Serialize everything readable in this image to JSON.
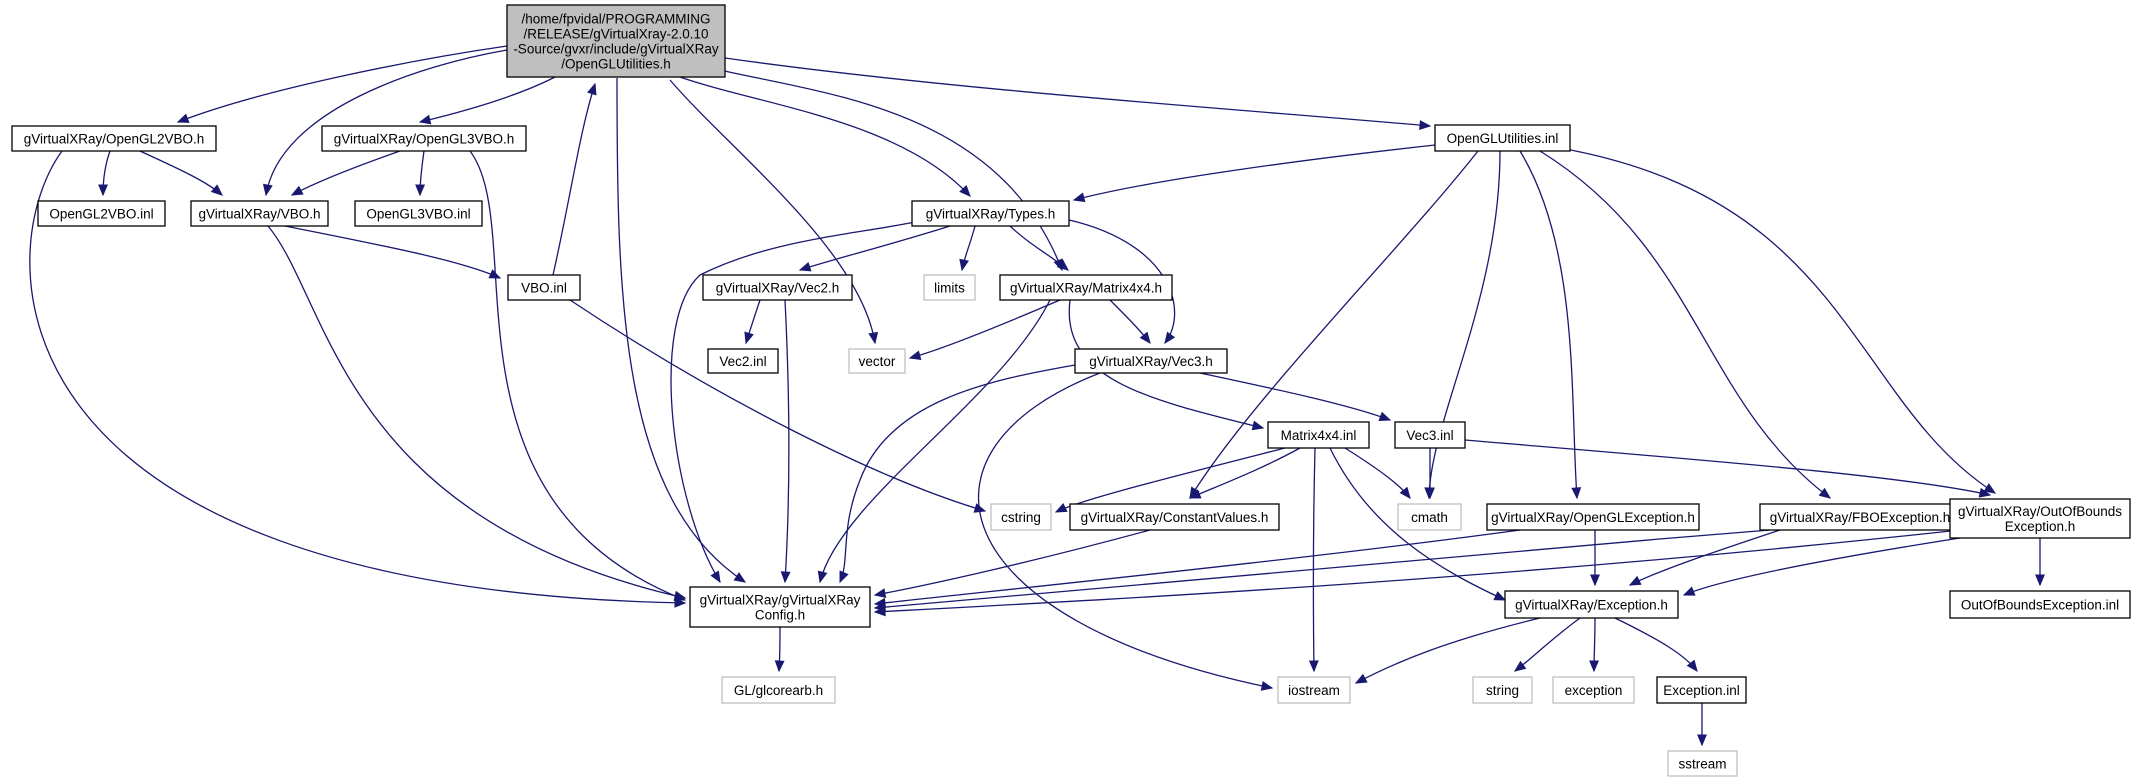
{
  "graph": {
    "colors": {
      "edge": "#191970",
      "root_fill": "#bfbfbf",
      "root_border": "#000000",
      "node_border": "#000000",
      "ext_border": "#bfbfbf",
      "fill": "#ffffff"
    },
    "nodes": [
      {
        "id": "root",
        "lines": [
          "/home/fpvidal/PROGRAMMING",
          "/RELEASE/gVirtualXray-2.0.10",
          "-Source/gvxr/include/gVirtualXRay",
          "/OpenGLUtilities.h"
        ],
        "kind": "root"
      },
      {
        "id": "ogl2vbo_h",
        "lines": [
          "gVirtualXRay/OpenGL2VBO.h"
        ],
        "kind": "file"
      },
      {
        "id": "ogl3vbo_h",
        "lines": [
          "gVirtualXRay/OpenGL3VBO.h"
        ],
        "kind": "file"
      },
      {
        "id": "oglutil_inl",
        "lines": [
          "OpenGLUtilities.inl"
        ],
        "kind": "file"
      },
      {
        "id": "ogl2vbo_inl",
        "lines": [
          "OpenGL2VBO.inl"
        ],
        "kind": "file"
      },
      {
        "id": "vbo_h",
        "lines": [
          "gVirtualXRay/VBO.h"
        ],
        "kind": "file"
      },
      {
        "id": "ogl3vbo_inl",
        "lines": [
          "OpenGL3VBO.inl"
        ],
        "kind": "file"
      },
      {
        "id": "types_h",
        "lines": [
          "gVirtualXRay/Types.h"
        ],
        "kind": "file"
      },
      {
        "id": "vbo_inl",
        "lines": [
          "VBO.inl"
        ],
        "kind": "file"
      },
      {
        "id": "vec2_h",
        "lines": [
          "gVirtualXRay/Vec2.h"
        ],
        "kind": "file"
      },
      {
        "id": "limits",
        "lines": [
          "limits"
        ],
        "kind": "ext"
      },
      {
        "id": "matrix_h",
        "lines": [
          "gVirtualXRay/Matrix4x4.h"
        ],
        "kind": "file"
      },
      {
        "id": "vec2_inl",
        "lines": [
          "Vec2.inl"
        ],
        "kind": "file"
      },
      {
        "id": "vector",
        "lines": [
          "vector"
        ],
        "kind": "ext"
      },
      {
        "id": "vec3_h",
        "lines": [
          "gVirtualXRay/Vec3.h"
        ],
        "kind": "file"
      },
      {
        "id": "matrix_inl",
        "lines": [
          "Matrix4x4.inl"
        ],
        "kind": "file"
      },
      {
        "id": "vec3_inl",
        "lines": [
          "Vec3.inl"
        ],
        "kind": "file"
      },
      {
        "id": "cstring",
        "lines": [
          "cstring"
        ],
        "kind": "ext"
      },
      {
        "id": "constvals_h",
        "lines": [
          "gVirtualXRay/ConstantValues.h"
        ],
        "kind": "file"
      },
      {
        "id": "cmath",
        "lines": [
          "cmath"
        ],
        "kind": "ext"
      },
      {
        "id": "oglexc_h",
        "lines": [
          "gVirtualXRay/OpenGLException.h"
        ],
        "kind": "file"
      },
      {
        "id": "fboexc_h",
        "lines": [
          "gVirtualXRay/FBOException.h"
        ],
        "kind": "file"
      },
      {
        "id": "oob_h",
        "lines": [
          "gVirtualXRay/OutOfBounds",
          "Exception.h"
        ],
        "kind": "file"
      },
      {
        "id": "config_h",
        "lines": [
          "gVirtualXRay/gVirtualXRay",
          "Config.h"
        ],
        "kind": "file"
      },
      {
        "id": "exception_h",
        "lines": [
          "gVirtualXRay/Exception.h"
        ],
        "kind": "file"
      },
      {
        "id": "oob_inl",
        "lines": [
          "OutOfBoundsException.inl"
        ],
        "kind": "file"
      },
      {
        "id": "glcorearb",
        "lines": [
          "GL/glcorearb.h"
        ],
        "kind": "ext"
      },
      {
        "id": "iostream",
        "lines": [
          "iostream"
        ],
        "kind": "ext"
      },
      {
        "id": "string",
        "lines": [
          "string"
        ],
        "kind": "ext"
      },
      {
        "id": "exception",
        "lines": [
          "exception"
        ],
        "kind": "ext"
      },
      {
        "id": "exception_inl",
        "lines": [
          "Exception.inl"
        ],
        "kind": "file"
      },
      {
        "id": "sstream",
        "lines": [
          "sstream"
        ],
        "kind": "ext"
      }
    ]
  }
}
